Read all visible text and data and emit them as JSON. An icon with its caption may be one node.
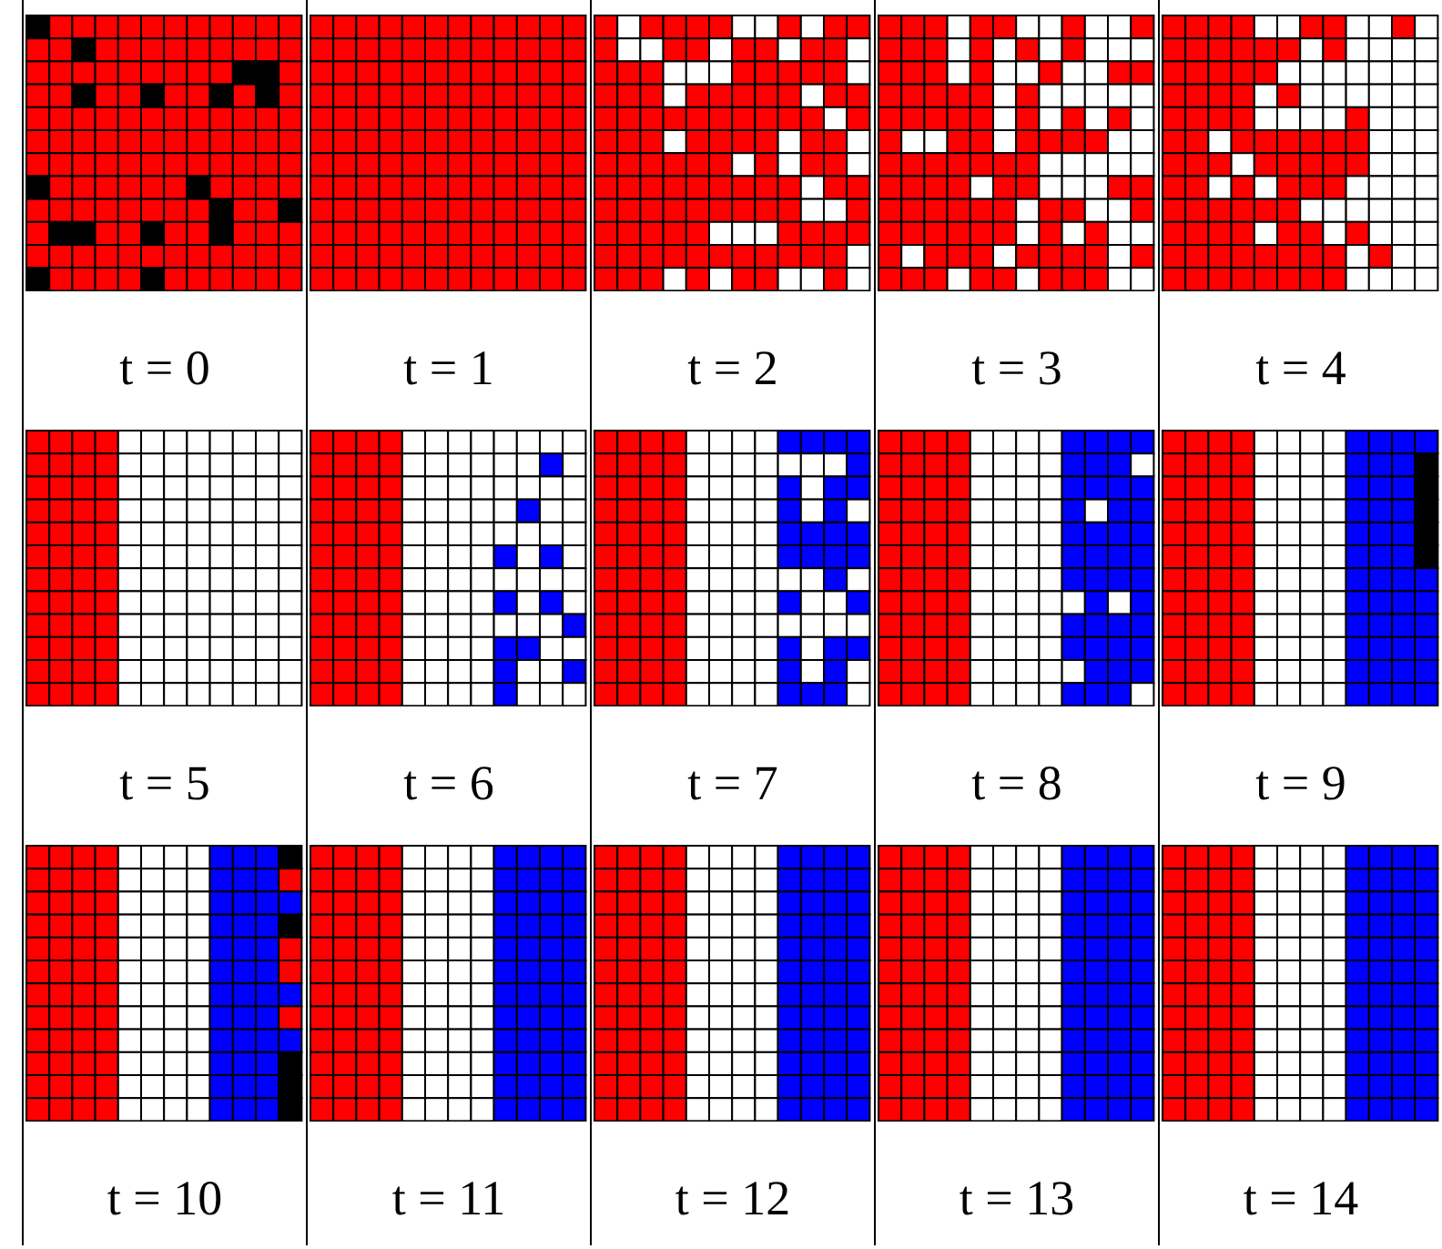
{
  "diagram": {
    "nodes": [
      {
        "text": [
          "t = 0"
        ]
      },
      {
        "text": [
          "t = 1"
        ]
      },
      {
        "text": [
          "t = 2"
        ]
      },
      {
        "text": [
          "t = 3"
        ]
      },
      {
        "text": [
          "t = 4"
        ]
      },
      {
        "text": [
          "t = 5"
        ]
      },
      {
        "text": [
          "t = 6"
        ]
      },
      {
        "text": [
          "t = 7"
        ]
      },
      {
        "text": [
          "t = 8"
        ]
      },
      {
        "text": [
          "t = 9"
        ]
      },
      {
        "text": [
          "t = 10"
        ]
      },
      {
        "text": [
          "t = 11"
        ]
      },
      {
        "text": [
          "t = 12"
        ]
      },
      {
        "text": [
          "t = 13"
        ]
      },
      {
        "text": [
          "t = 14"
        ]
      }
    ]
  }
}
